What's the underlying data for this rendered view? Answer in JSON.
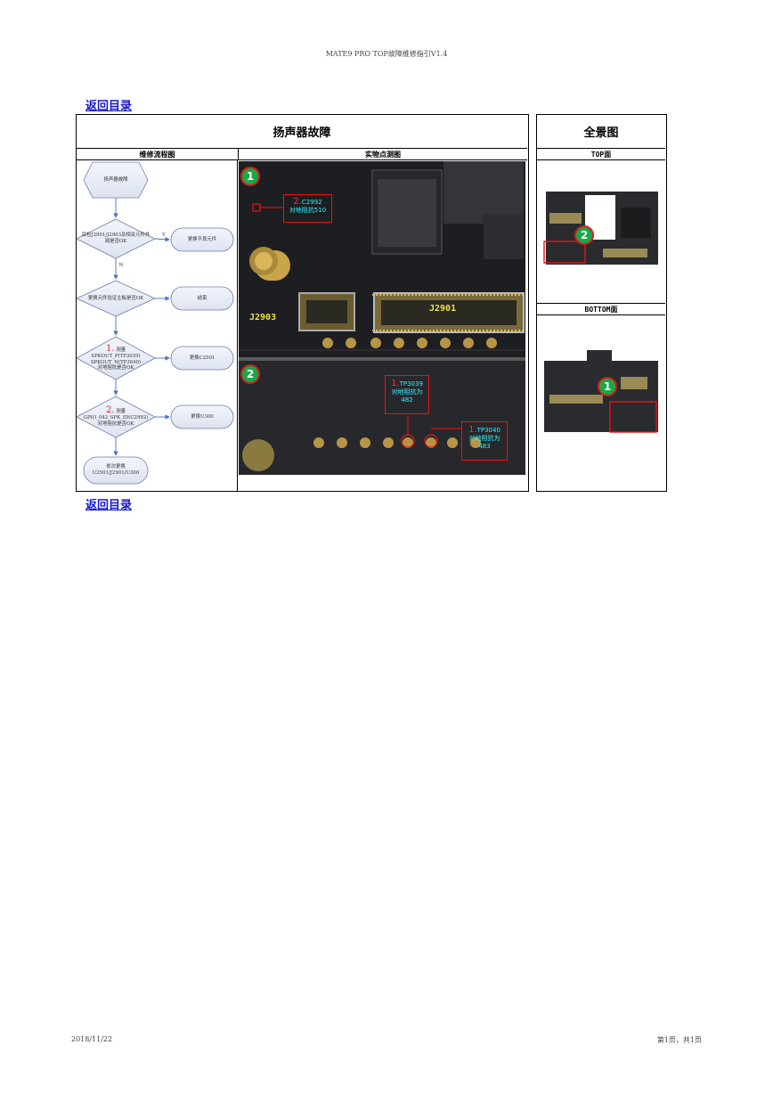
{
  "header": {
    "text": "MATE9 PRO TOP故障维修指引V1.4"
  },
  "links": {
    "back_top": "返回目录",
    "back_bottom": "返回目录"
  },
  "table": {
    "main_title": "扬声器故障",
    "overview_title": "全景图",
    "col_flow": "维修流程图",
    "col_measure": "实物点测图",
    "top_label": "TOP面",
    "bottom_label": "BOTTOM面"
  },
  "flow": {
    "start": "扬声器故障",
    "d1": "目检J2901/J2903及相关元件外观是否OK",
    "r1": "更换不良元件",
    "d2": "更换元件验证主板是否OK",
    "r2": "结束",
    "d3_num": "1.",
    "d3_a": "测量",
    "d3_b": "SPKOUT_P(TP3039)",
    "d3_c": "SPKOUT_N(TP3040)",
    "d3_d": "对地阻抗是否OK",
    "r3": "更换C2501",
    "d4_num": "2.",
    "d4_a": "测量",
    "d4_b": "GPIO_042_SPK_ID(C2992)",
    "d4_c": "对地阻抗是否OK",
    "r4": "更换U300",
    "end": "依次更换U2501/J2901/U300",
    "yes": "Y",
    "no": "N"
  },
  "photo": {
    "badge1": "1",
    "badge2": "2",
    "label_j2903": "J2903",
    "label_j2901": "J2901",
    "ann1_num": "2.",
    "ann1_ref": "C2992",
    "ann1_text": "对地阻抗510",
    "ann2_num": "1.",
    "ann2_ref": "TP3039",
    "ann2_text": "对地阻抗为",
    "ann2_val": "482",
    "ann3_num": "1.",
    "ann3_ref": "TP3040",
    "ann3_text": "对地阻抗为",
    "ann3_val": "483"
  },
  "overview": {
    "top_badge": "2",
    "bottom_badge": "1"
  },
  "footer": {
    "date": "2018/11/22",
    "page": "第1页，共1页"
  }
}
